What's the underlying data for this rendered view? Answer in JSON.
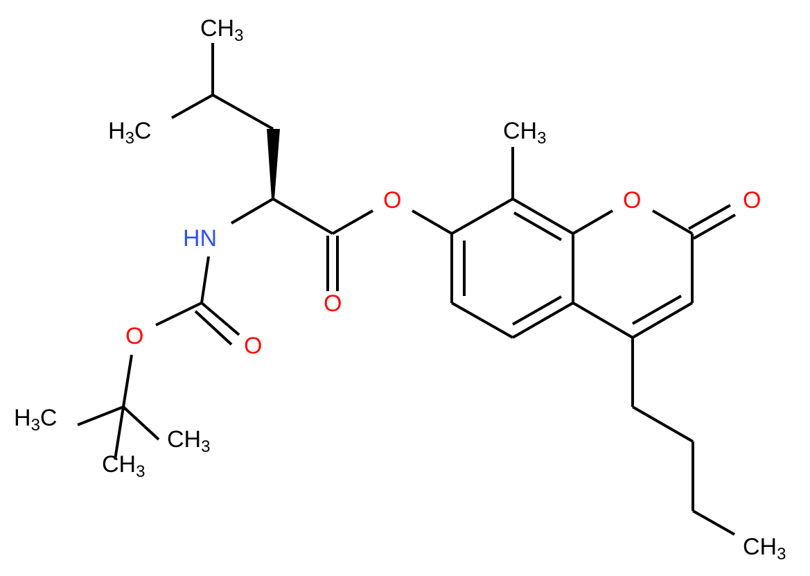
{
  "diagram": {
    "type": "chemical-structure",
    "colors": {
      "carbon": "#000000",
      "oxygen": "#ff0d0d",
      "nitrogen": "#3050f8",
      "background": "#ffffff"
    },
    "labels": {
      "ch3_top": {
        "main": "CH",
        "sub": "3"
      },
      "h3c_isobutyl": {
        "pre": "H",
        "sub": "3",
        "main": "C"
      },
      "hn": "HN",
      "o_boc_ester": "O",
      "o_boc_carbonyl": "O",
      "h3c_tbu": {
        "pre": "H",
        "sub": "3",
        "main": "C"
      },
      "ch3_tbu_right": {
        "main": "CH",
        "sub": "3"
      },
      "ch3_tbu_bottom": {
        "main": "CH",
        "sub": "3"
      },
      "o_ester_carbonyl": "O",
      "o_ester_link": "O",
      "ch3_c8": {
        "main": "CH",
        "sub": "3"
      },
      "o_ring": "O",
      "o_lactone_carbonyl": "O",
      "ch3_butyl": {
        "main": "CH",
        "sub": "3"
      }
    }
  }
}
